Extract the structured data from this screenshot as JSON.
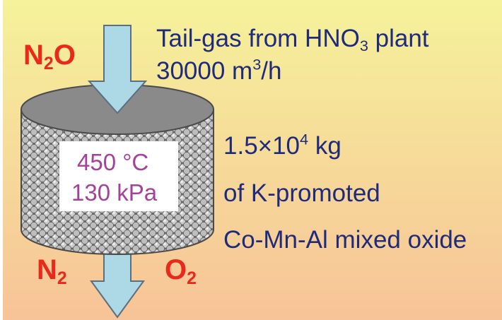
{
  "colors": {
    "background_top": "#f5f29a",
    "background_bottom": "#f7c398",
    "arrow_fill": "#add8e6",
    "arrow_stroke": "#5a6f80",
    "reactant_text": "#e8291c",
    "description_text": "#1f2a7a",
    "condition_text": "#a4429a",
    "reactor_top": "#8a8a8a",
    "reactor_body": "#7a7a7a"
  },
  "inlet": {
    "species_main": "N",
    "species_sub": "2",
    "species_tail": "O",
    "tail_gas_prefix": "Tail-gas from HNO",
    "tail_gas_sub": "3",
    "tail_gas_suffix": " plant",
    "flow_value": "30000 m",
    "flow_sup": "3",
    "flow_suffix": "/h"
  },
  "reactor": {
    "temperature": "450 °C",
    "pressure": "130 kPa"
  },
  "catalyst": {
    "mass_value": "1.5×10",
    "mass_exponent": "4",
    "mass_unit": " kg",
    "line2": "of K-promoted",
    "line3": "Co-Mn-Al mixed oxide"
  },
  "outlet": {
    "n2_main": "N",
    "n2_sub": "2",
    "o2_main": "O",
    "o2_sub": "2"
  }
}
